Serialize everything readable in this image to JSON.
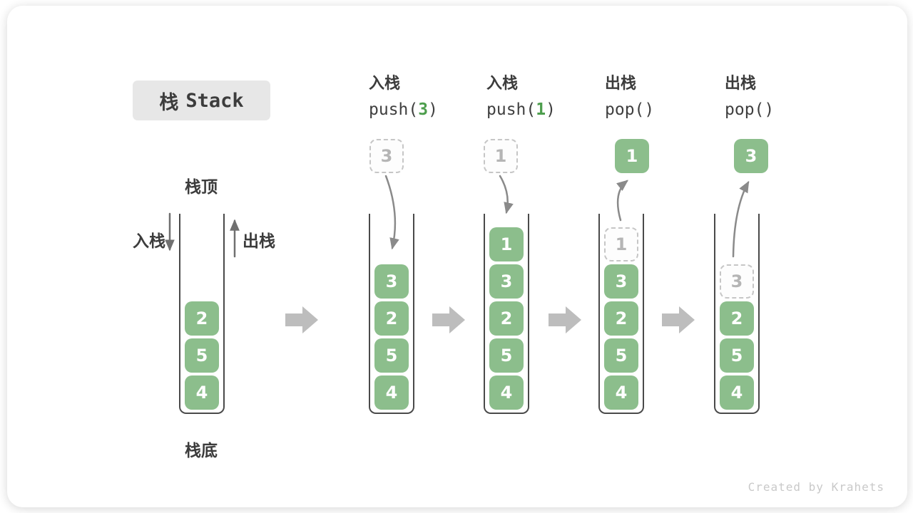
{
  "title": {
    "zh": "栈",
    "en": "Stack"
  },
  "credit": "Created by Krahets",
  "colors": {
    "green": "#8CBE8C",
    "green-accent": "#4D9E4D",
    "text": "#3C3C3C",
    "wall": "#4A4A4A",
    "arrow": "#8A8A8A",
    "side-arrow": "#707070",
    "block-arrow": "#BDBDBD",
    "dashed-border": "#C6C6C6",
    "dashed-text": "#B5B5B5",
    "title-bg": "#E7E7E7",
    "credit": "#C9C9C9"
  },
  "legend": {
    "top": "栈顶",
    "bottom": "栈底",
    "push": "入栈",
    "pop": "出栈"
  },
  "stages": [
    {
      "elements": [
        {
          "v": "2",
          "dashed": false
        },
        {
          "v": "5",
          "dashed": false
        },
        {
          "v": "4",
          "dashed": false
        }
      ]
    },
    {
      "op_zh": "入栈",
      "code_pre": "push(",
      "code_arg": "3",
      "code_post": ")",
      "float": {
        "v": "3",
        "dashed": true
      },
      "elements": [
        {
          "v": "3",
          "dashed": false
        },
        {
          "v": "2",
          "dashed": false
        },
        {
          "v": "5",
          "dashed": false
        },
        {
          "v": "4",
          "dashed": false
        }
      ]
    },
    {
      "op_zh": "入栈",
      "code_pre": "push(",
      "code_arg": "1",
      "code_post": ")",
      "float": {
        "v": "1",
        "dashed": true
      },
      "elements": [
        {
          "v": "1",
          "dashed": false
        },
        {
          "v": "3",
          "dashed": false
        },
        {
          "v": "2",
          "dashed": false
        },
        {
          "v": "5",
          "dashed": false
        },
        {
          "v": "4",
          "dashed": false
        }
      ]
    },
    {
      "op_zh": "出栈",
      "code_pre": "pop()",
      "code_arg": "",
      "code_post": "",
      "float": {
        "v": "1",
        "dashed": false
      },
      "elements": [
        {
          "v": "1",
          "dashed": true
        },
        {
          "v": "3",
          "dashed": false
        },
        {
          "v": "2",
          "dashed": false
        },
        {
          "v": "5",
          "dashed": false
        },
        {
          "v": "4",
          "dashed": false
        }
      ]
    },
    {
      "op_zh": "出栈",
      "code_pre": "pop()",
      "code_arg": "",
      "code_post": "",
      "float": {
        "v": "3",
        "dashed": false
      },
      "elements": [
        {
          "v": "3",
          "dashed": true
        },
        {
          "v": "2",
          "dashed": false
        },
        {
          "v": "5",
          "dashed": false
        },
        {
          "v": "4",
          "dashed": false
        }
      ]
    }
  ]
}
